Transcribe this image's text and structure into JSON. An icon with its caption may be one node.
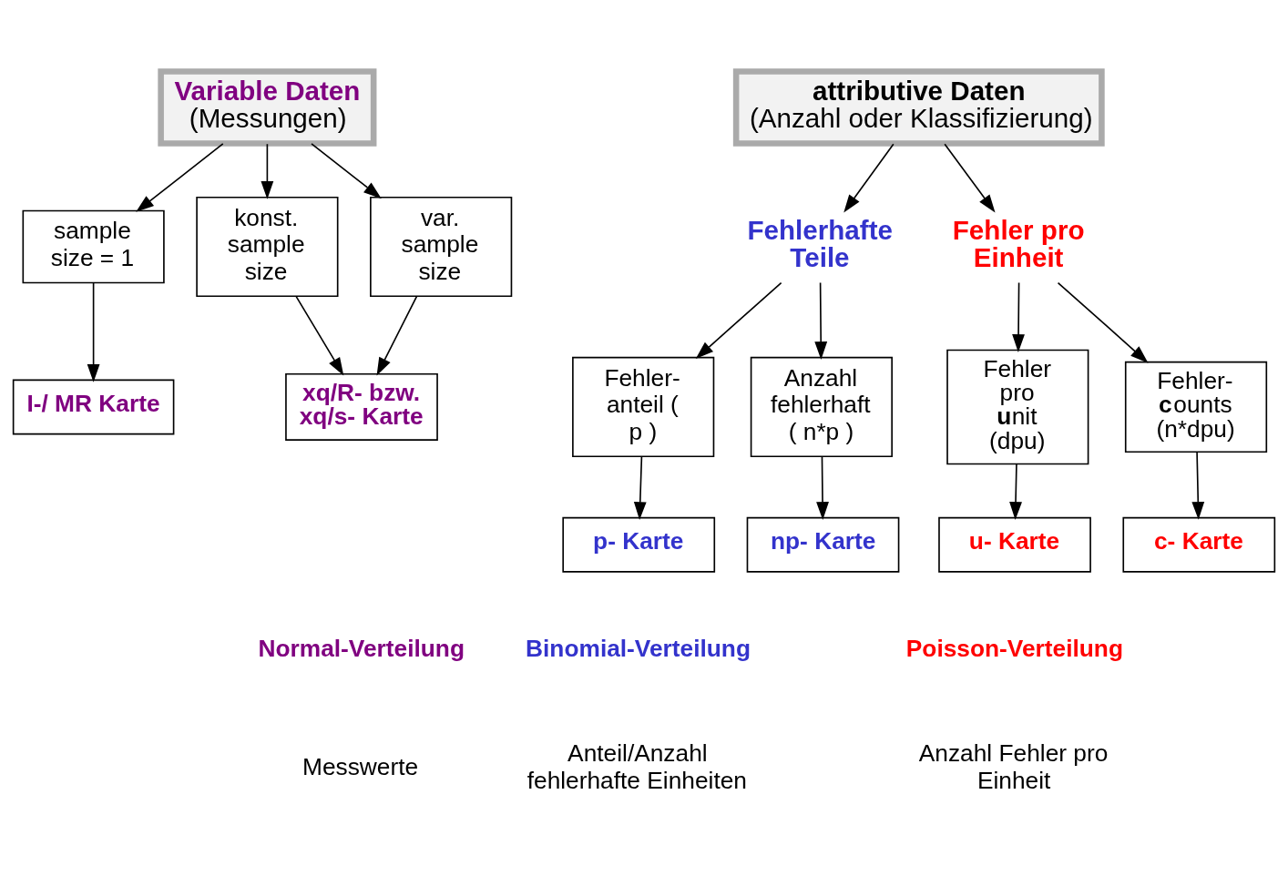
{
  "diagram": {
    "nodes": [
      {
        "text": [
          "Variable Daten",
          "(Messungen)"
        ]
      },
      {
        "text": [
          "attributive Daten",
          "(Anzahl oder Klassifizierung)"
        ]
      },
      {
        "text": [
          "Fehlerhafte Teile"
        ]
      },
      {
        "text": [
          "Fehler pro Einheit"
        ]
      },
      {
        "text": [
          "sample size = 1"
        ]
      },
      {
        "text": [
          "konst. sample size"
        ]
      },
      {
        "text": [
          "var. sample size"
        ]
      },
      {
        "text": [
          "Fehler- anteil ( p )"
        ]
      },
      {
        "text": [
          "Anzahl fehlerhaft ( n*p )"
        ]
      },
      {
        "text": [
          "Fehler pro **u**nit (dpu)"
        ]
      },
      {
        "text": [
          "Fehler- **c**ounts (n*dpu)"
        ]
      },
      {
        "text": [
          "I-/ MR Karte"
        ]
      },
      {
        "text": [
          "xq/R- bzw. xq/s- Karte"
        ]
      },
      {
        "text": [
          "p- Karte"
        ]
      },
      {
        "text": [
          "np- Karte"
        ]
      },
      {
        "text": [
          "u- Karte"
        ]
      },
      {
        "text": [
          "c- Karte"
        ]
      }
    ],
    "edges": [
      {
        "from": 0,
        "to": 4,
        "arrow": "to"
      },
      {
        "from": 0,
        "to": 5,
        "arrow": "to"
      },
      {
        "from": 0,
        "to": 6,
        "arrow": "to"
      },
      {
        "from": 1,
        "to": 2,
        "arrow": "to"
      },
      {
        "from": 1,
        "to": 3,
        "arrow": "to"
      },
      {
        "from": 2,
        "to": 7,
        "arrow": "to"
      },
      {
        "from": 2,
        "to": 8,
        "arrow": "to"
      },
      {
        "from": 3,
        "to": 9,
        "arrow": "to"
      },
      {
        "from": 3,
        "to": 10,
        "arrow": "to"
      },
      {
        "from": 4,
        "to": 11,
        "arrow": "to"
      },
      {
        "from": 5,
        "to": 12,
        "arrow": "to"
      },
      {
        "from": 6,
        "to": 12,
        "arrow": "to"
      },
      {
        "from": 7,
        "to": 13,
        "arrow": "to"
      },
      {
        "from": 8,
        "to": 14,
        "arrow": "to"
      },
      {
        "from": 9,
        "to": 15,
        "arrow": "to"
      },
      {
        "from": 10,
        "to": 16,
        "arrow": "to"
      }
    ],
    "labels": [
      "Normal-Verteilung",
      "Binomial-Verteilung",
      "Poisson-Verteilung",
      "Messwerte",
      "Anteil/Anzahl fehlerhafte Einheiten",
      "Anzahl Fehler pro Einheit"
    ]
  }
}
